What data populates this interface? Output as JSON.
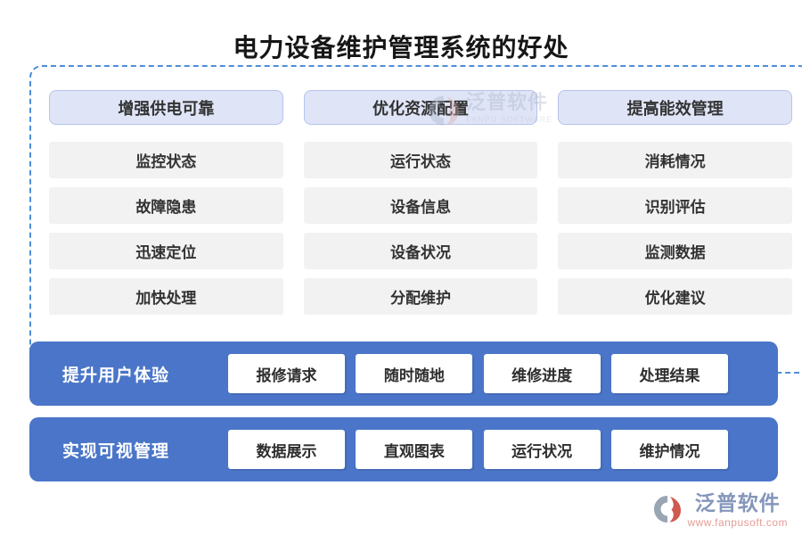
{
  "title": "电力设备维护管理系统的好处",
  "colors": {
    "bar_blue": "#4a75c8",
    "dashed_border_blue": "#4c8ed8",
    "header_pill_bg": "#dfe5f7",
    "header_pill_border": "#b6c3ee",
    "item_bg": "#f2f2f3",
    "title_color": "#161616",
    "brand_name_color": "#8496ba",
    "brand_url_color": "#e49c96",
    "logo_gray": "#9aa5b4",
    "logo_red": "#cf5a50"
  },
  "columns": [
    {
      "header": "增强供电可靠",
      "items": [
        "监控状态",
        "故障隐患",
        "迅速定位",
        "加快处理"
      ]
    },
    {
      "header": "优化资源配置",
      "items": [
        "运行状态",
        "设备信息",
        "设备状况",
        "分配维护"
      ]
    },
    {
      "header": "提高能效管理",
      "items": [
        "消耗情况",
        "识别评估",
        "监测数据",
        "优化建议"
      ]
    }
  ],
  "bars": [
    {
      "label": "提升用户体验",
      "buttons": [
        "报修请求",
        "随时随地",
        "维修进度",
        "处理结果"
      ]
    },
    {
      "label": "实现可视管理",
      "buttons": [
        "数据展示",
        "直观图表",
        "运行状况",
        "维护情况"
      ]
    }
  ],
  "watermark_center": {
    "name": "泛普软件",
    "subtitle": "FANPU SOFTWARE"
  },
  "footer_brand": {
    "name": "泛普软件",
    "url": "www.fanpusoft.com"
  }
}
